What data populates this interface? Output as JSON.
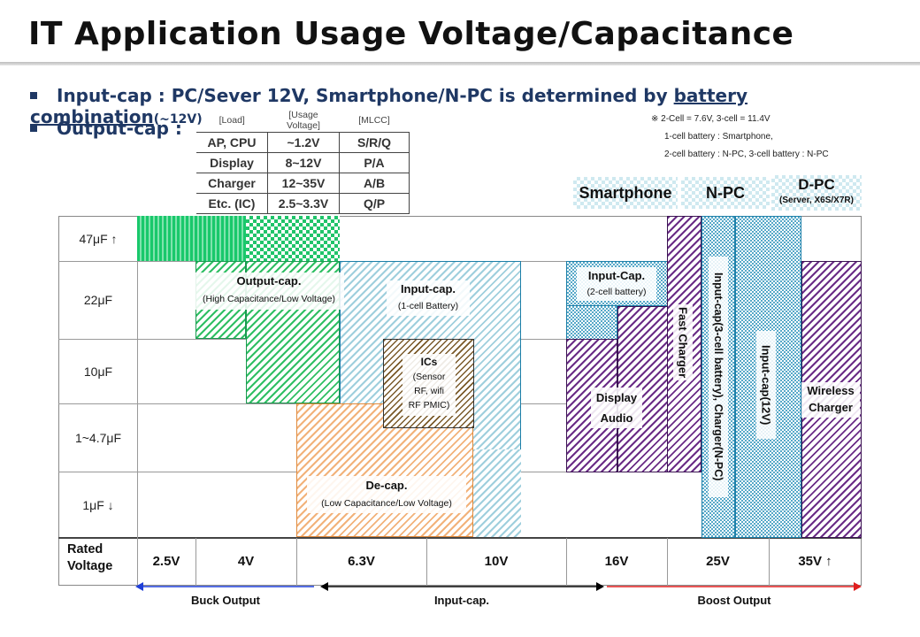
{
  "title": "IT Application Usage Voltage/Capacitance",
  "bullets": {
    "input_prefix": "Input-cap : PC/Sever 12V, Smartphone/N-PC is determined by ",
    "input_underlined": "battery combination",
    "input_suffix": "(~12V)",
    "output": "Output-cap :"
  },
  "battery_note": {
    "line1": "※ 2-Cell = 7.6V, 3-cell = 11.4V",
    "line2": "1-cell battery : Smartphone,",
    "line3": "2-cell battery : N-PC,  3-cell battery : N-PC"
  },
  "load_table": {
    "headers": [
      "[Load]",
      "[Usage Voltage]",
      "[MLCC]"
    ],
    "rows": [
      [
        "AP, CPU",
        "~1.2V",
        "S/R/Q"
      ],
      [
        "Display",
        "8~12V",
        "P/A"
      ],
      [
        "Charger",
        "12~35V",
        "A/B"
      ],
      [
        "Etc. (IC)",
        "2.5~3.3V",
        "Q/P"
      ]
    ]
  },
  "device_headers": {
    "smartphone": "Smartphone",
    "npc": "N-PC",
    "dpc": "D-PC",
    "dpc_sub": "(Server,  X6S/X7R)"
  },
  "y_labels": [
    "47μF ↑",
    "22μF",
    "10μF",
    "1~4.7μF",
    "1μF ↓"
  ],
  "x_axis": {
    "title_line1": "Rated",
    "title_line2": "Voltage",
    "labels": [
      "2.5V",
      "4V",
      "6.3V",
      "10V",
      "16V",
      "25V",
      "35V ↑"
    ]
  },
  "regions": {
    "output_cap": {
      "title": "Output-cap.",
      "sub": "(High Capacitance/Low Voltage)"
    },
    "input_cap_1cell": {
      "title": "Input-cap.",
      "sub": "(1-cell Battery)"
    },
    "ics": {
      "title": "ICs",
      "line1": "(Sensor",
      "line2": "RF, wifi",
      "line3": "RF PMIC)"
    },
    "de_cap": {
      "title": "De-cap.",
      "sub": "(Low Capacitance/Low Voltage)"
    },
    "input_cap_2cell": {
      "title": "Input-Cap.",
      "sub": "(2-cell battery)"
    },
    "display_audio": {
      "line1": "Display",
      "line2": "Audio"
    },
    "fast_charger": "Fast Charger",
    "input_cap_3cell": "Input-cap(3-cell battery), Charger(N-PC)",
    "input_cap_12v": "Input-cap(12V)",
    "wireless_charger": {
      "line1": "Wireless",
      "line2": "Charger"
    }
  },
  "bottom_arrows": {
    "buck": "Buck Output",
    "input": "Input-cap.",
    "boost": "Boost Output"
  },
  "colors": {
    "bullet_navy": "#1f3864",
    "green": "#20c46a",
    "teal": "#56a8c8",
    "orange": "#f2b27a",
    "purple": "#6a2c86",
    "arrow_blue": "#1f3fd8",
    "arrow_black": "#000000",
    "arrow_red": "#e01e1e"
  }
}
